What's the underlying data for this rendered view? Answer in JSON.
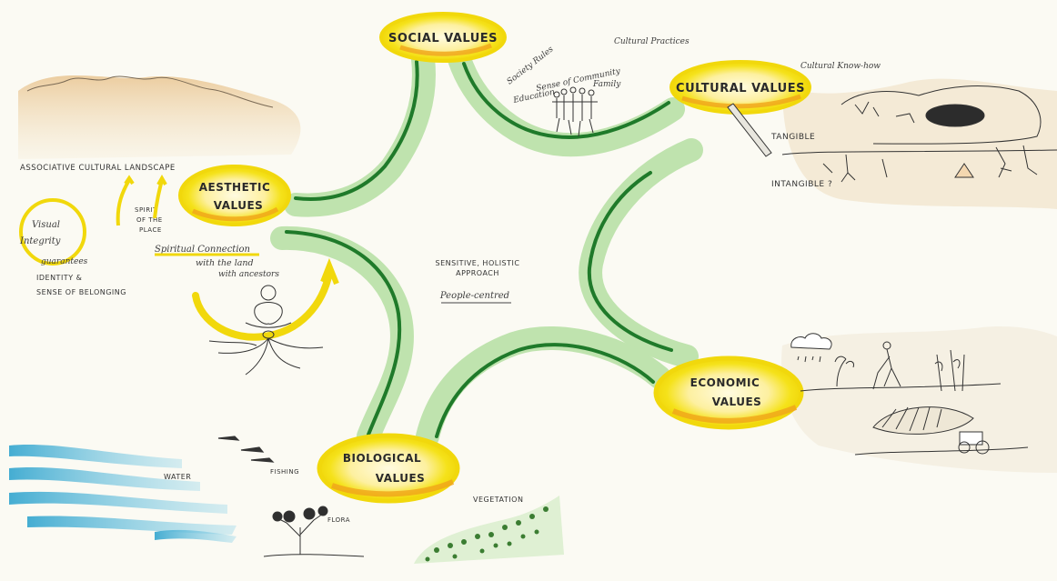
{
  "center": {
    "line1": "SENSITIVE, HOLISTIC",
    "line2": "APPROACH",
    "line3": "People-centred"
  },
  "values": {
    "social": "SOCIAL VALUES",
    "cultural": "CULTURAL VALUES",
    "aesthetic_1": "AESTHETIC",
    "aesthetic_2": "VALUES",
    "economic_1": "ECONOMIC",
    "economic_2": "VALUES",
    "biological_1": "BIOLOGICAL",
    "biological_2": "VALUES"
  },
  "social_notes": {
    "society_rules": "Society Rules",
    "sense_of_community": "Sense of Community",
    "education": "Education",
    "family": "Family",
    "cultural_practices": "Cultural Practices"
  },
  "cultural_notes": {
    "know_how": "Cultural Know-how",
    "tangible": "TANGIBLE",
    "intangible": "INTANGIBLE ?"
  },
  "aesthetic_notes": {
    "associative": "ASSOCIATIVE CULTURAL LANDSCAPE",
    "spirit_1": "SPIRIT",
    "spirit_2": "OF THE",
    "spirit_3": "PLACE",
    "visual_1": "Visual",
    "visual_2": "Integrity",
    "guarantees": "guarantees",
    "identity": "IDENTITY &",
    "belonging": "SENSE OF BELONGING",
    "spiritual": "Spiritual Connection",
    "with_land": "with the land",
    "with_ancestors": "with ancestors"
  },
  "biological_notes": {
    "water": "WATER",
    "fishing": "FISHING",
    "flora": "FLORA",
    "vegetation": "VEGETATION"
  },
  "colors": {
    "yellow": "#f4e21a",
    "orange": "#f0a41c",
    "green_light": "#b7dfa6",
    "green_dark": "#1f7a2a",
    "water": "#4fb5d6",
    "earth": "#e4c189"
  }
}
